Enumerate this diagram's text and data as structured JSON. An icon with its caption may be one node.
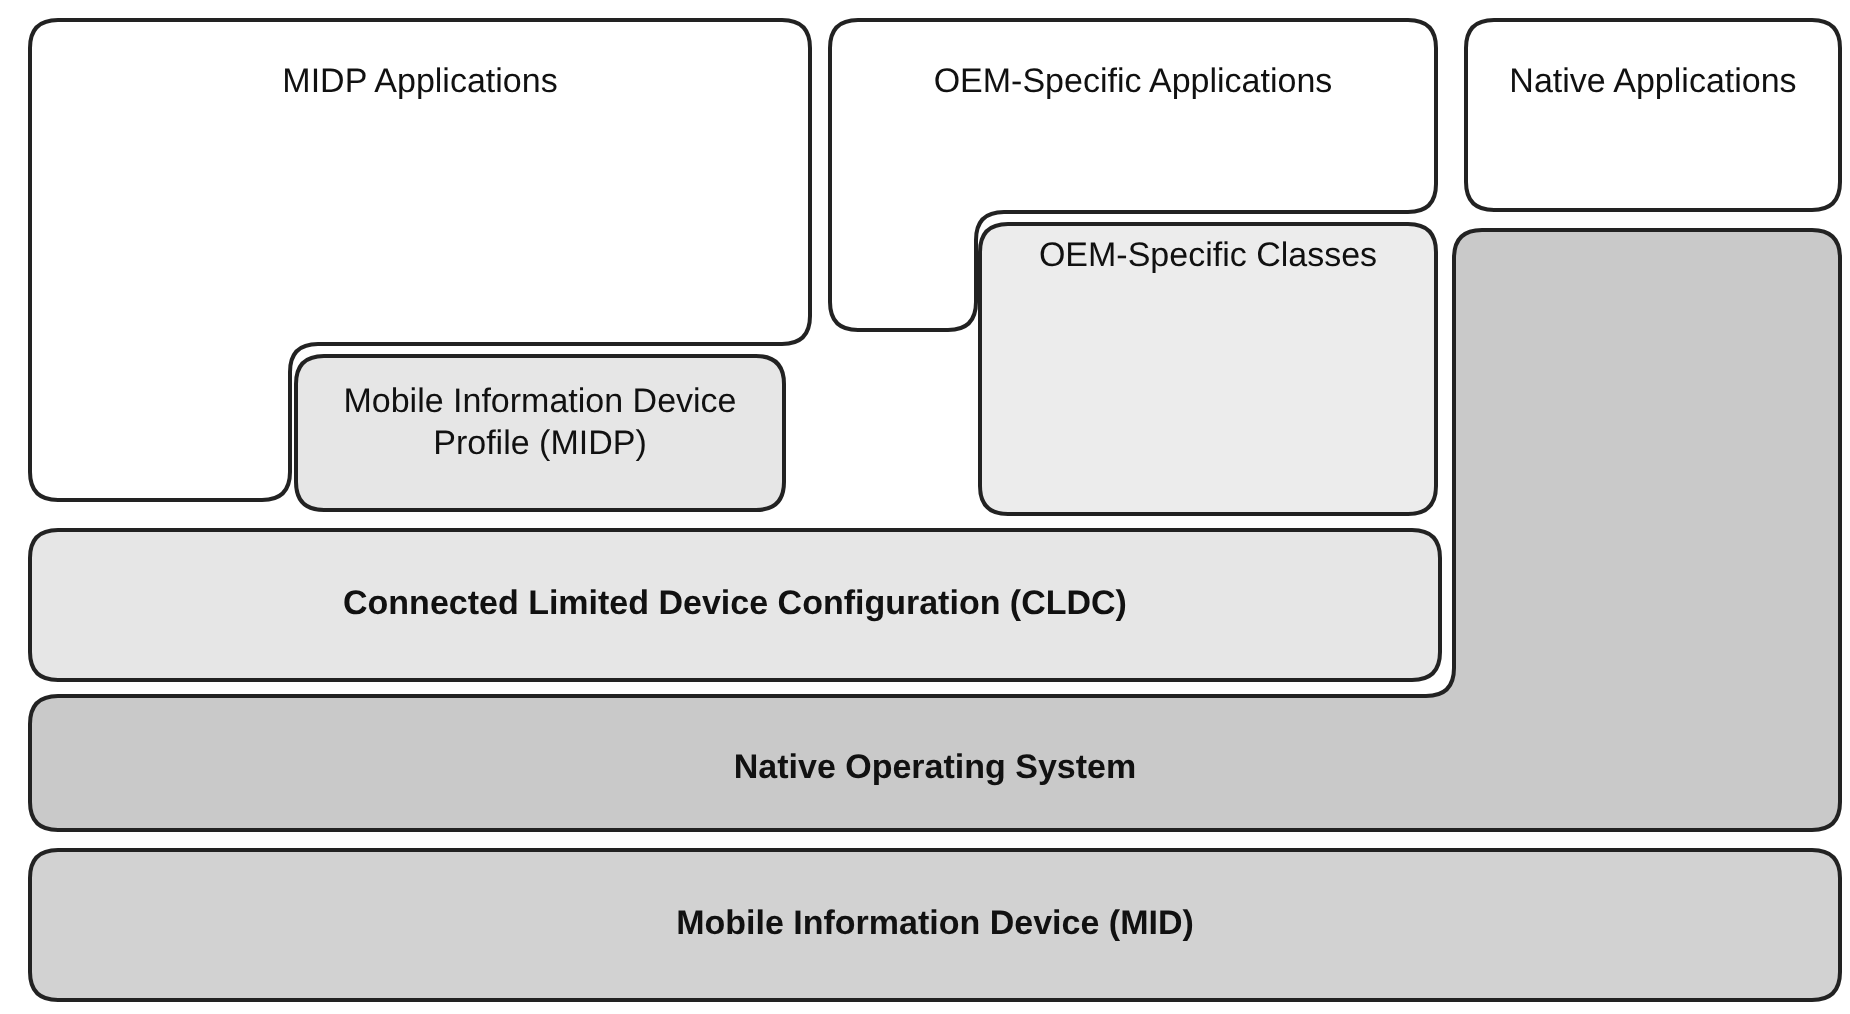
{
  "diagram": {
    "nodes": [
      {
        "text": [
          "MIDP Applications"
        ]
      },
      {
        "text": [
          "OEM-Specific Applications"
        ]
      },
      {
        "text": [
          "Native Applications"
        ]
      },
      {
        "text": [
          "OEM-Specific Classes"
        ]
      },
      {
        "text": [
          "Mobile Information Device Profile (MIDP)"
        ]
      },
      {
        "text": [
          "Connected Limited Device Configuration (CLDC)"
        ]
      },
      {
        "text": [
          "Native Operating System"
        ]
      },
      {
        "text": [
          "Mobile Information Device (MID)"
        ]
      }
    ]
  }
}
